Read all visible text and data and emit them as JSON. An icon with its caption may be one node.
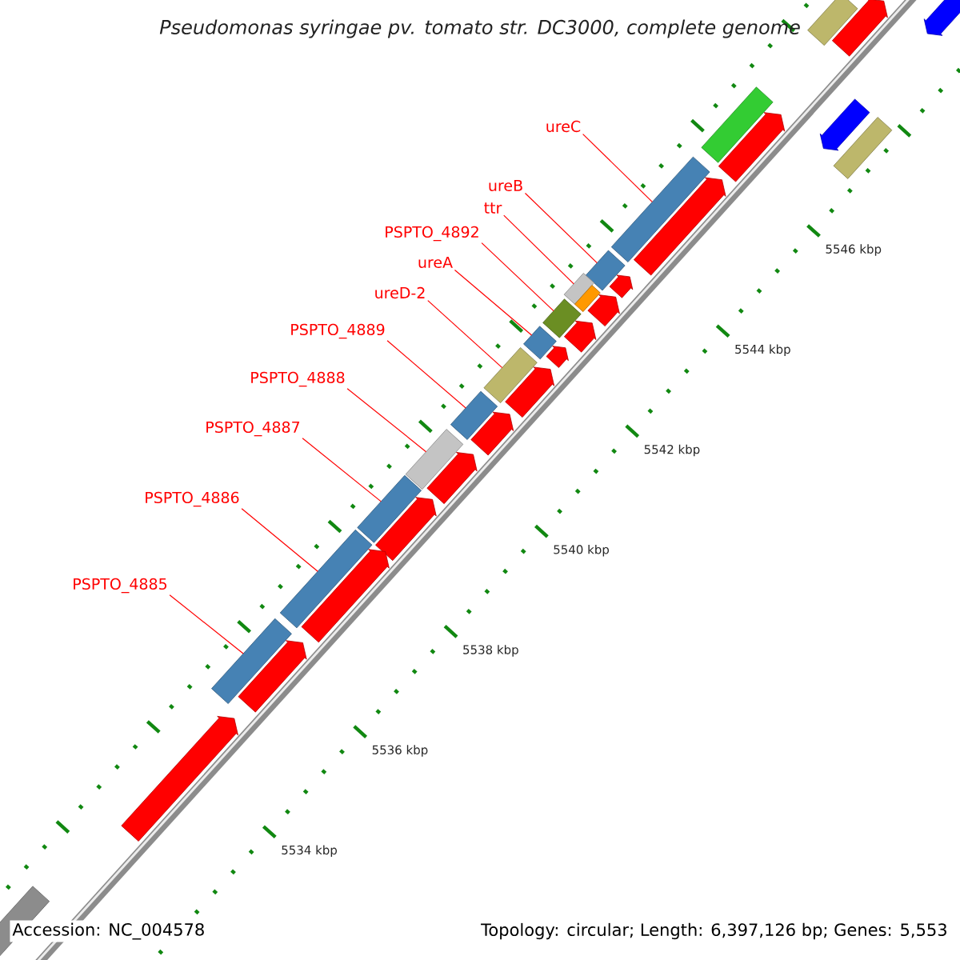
{
  "diagram": {
    "title": "Pseudomonas syringae pv. tomato str. DC3000, complete genome",
    "nodes": [
      {
        "text": [
          "ureC"
        ]
      },
      {
        "text": [
          "ureB"
        ]
      },
      {
        "text": [
          "ttr"
        ]
      },
      {
        "text": [
          "PSPTO_4892"
        ]
      },
      {
        "text": [
          "ureA"
        ]
      },
      {
        "text": [
          "ureD-2"
        ]
      },
      {
        "text": [
          "PSPTO_4889"
        ]
      },
      {
        "text": [
          "PSPTO_4888"
        ]
      },
      {
        "text": [
          "PSPTO_4887"
        ]
      },
      {
        "text": [
          "PSPTO_4886"
        ]
      },
      {
        "text": [
          "PSPTO_4885"
        ]
      },
      {
        "text": [],
        "shape": "bar"
      },
      {
        "text": [],
        "shape": "bar"
      },
      {
        "text": [],
        "shape": "bar"
      },
      {
        "text": [],
        "shape": "bar"
      },
      {
        "text": [],
        "shape": "bar"
      },
      {
        "text": [],
        "shape": "bar"
      },
      {
        "text": [],
        "shape": "bar"
      },
      {
        "text": [],
        "shape": "bar"
      },
      {
        "text": [],
        "shape": "bar"
      },
      {
        "text": [],
        "shape": "bar"
      },
      {
        "text": [],
        "shape": "bar"
      },
      {
        "text": [],
        "shape": "bar"
      },
      {
        "text": [],
        "shape": "bar"
      },
      {
        "text": [],
        "shape": "bar"
      },
      {
        "text": [],
        "shape": "bar"
      },
      {
        "text": [],
        "shape": "bar"
      },
      {
        "text": [],
        "shape": "arrow"
      },
      {
        "text": [],
        "shape": "arrow"
      },
      {
        "text": [],
        "shape": "arrow"
      },
      {
        "text": [],
        "shape": "arrow"
      },
      {
        "text": [],
        "shape": "arrow"
      },
      {
        "text": [],
        "shape": "arrow"
      },
      {
        "text": [],
        "shape": "arrow"
      },
      {
        "text": [],
        "shape": "arrow"
      },
      {
        "text": [],
        "shape": "arrow"
      },
      {
        "text": [],
        "shape": "arrow"
      },
      {
        "text": [],
        "shape": "arrow"
      },
      {
        "text": [],
        "shape": "arrow"
      },
      {
        "text": [],
        "shape": "arrow"
      },
      {
        "text": [],
        "shape": "arrow"
      },
      {
        "text": [],
        "shape": "arrow"
      },
      {
        "text": [],
        "shape": "arrow"
      }
    ],
    "edges": [
      {
        "from": 0,
        "to": 11,
        "arrow": "none"
      },
      {
        "from": 1,
        "to": 12,
        "arrow": "none"
      },
      {
        "from": 2,
        "to": 13,
        "arrow": "none"
      },
      {
        "from": 3,
        "to": 14,
        "arrow": "none"
      },
      {
        "from": 4,
        "to": 15,
        "arrow": "none"
      },
      {
        "from": 5,
        "to": 16,
        "arrow": "none"
      },
      {
        "from": 6,
        "to": 17,
        "arrow": "none"
      },
      {
        "from": 7,
        "to": 18,
        "arrow": "none"
      },
      {
        "from": 8,
        "to": 19,
        "arrow": "none"
      },
      {
        "from": 9,
        "to": 20,
        "arrow": "none"
      },
      {
        "from": 10,
        "to": 21,
        "arrow": "none"
      }
    ],
    "labels": [
      "5546 kbp",
      "5544 kbp",
      "5542 kbp",
      "5540 kbp",
      "5538 kbp",
      "5536 kbp",
      "5534 kbp",
      "Accession: NC_004578",
      "Topology: circular; Length: 6,397,126 bp; Genes: 5,553"
    ]
  }
}
